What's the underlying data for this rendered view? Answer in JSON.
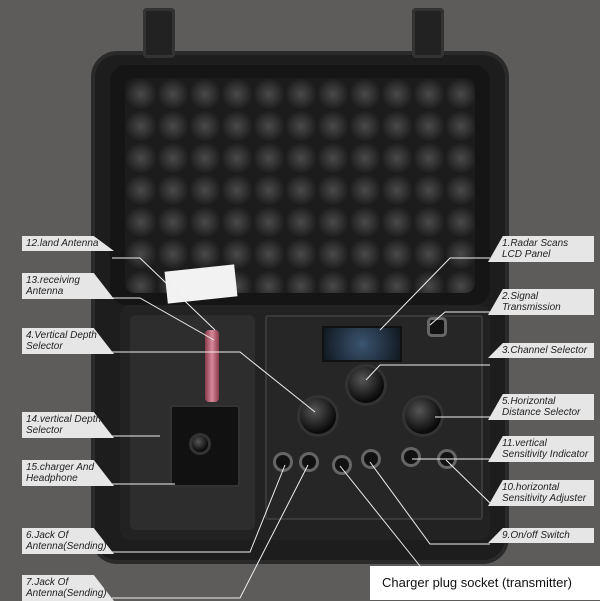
{
  "left_labels": [
    {
      "id": "12",
      "text": "12.land Antenna"
    },
    {
      "id": "13",
      "text": "13.receiving Antenna"
    },
    {
      "id": "4",
      "text": "4.Vertical Depth Selector"
    },
    {
      "id": "14",
      "text": "14.vertical Depth Selector"
    },
    {
      "id": "15",
      "text": "15.charger And Headphone"
    },
    {
      "id": "6",
      "text": "6.Jack Of Antenna(Sending)"
    },
    {
      "id": "7",
      "text": "7.Jack Of Antenna(Sending)"
    }
  ],
  "right_labels": [
    {
      "id": "1",
      "text": "1.Radar Scans LCD Panel"
    },
    {
      "id": "2",
      "text": "2.Signal Transmission"
    },
    {
      "id": "3",
      "text": "3.Channel Selector"
    },
    {
      "id": "5",
      "text": "5.Horizontal Distance Selector"
    },
    {
      "id": "11",
      "text": "11.vertical Sensitivity Indicator"
    },
    {
      "id": "10",
      "text": "10.horizontal Sensitivity Adjuster"
    },
    {
      "id": "9",
      "text": "9.On/off Switch"
    }
  ],
  "caption": "Charger plug socket (transmitter)",
  "colors": {
    "background": "#5e5c5b",
    "tag": "#e6e6e6",
    "antenna": "#d88a9a"
  }
}
